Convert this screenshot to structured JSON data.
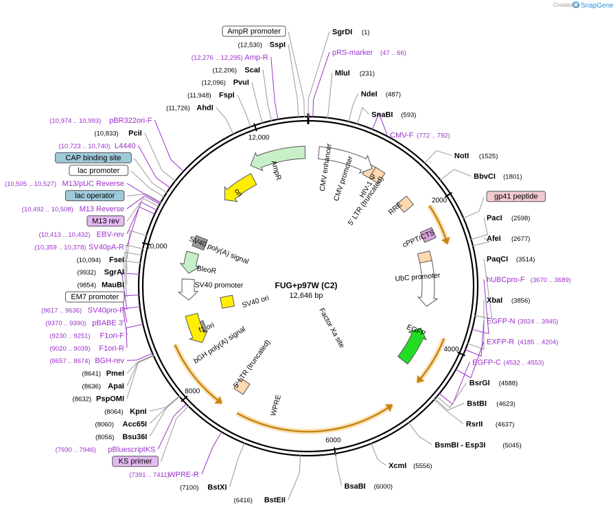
{
  "credit": {
    "prefix": "Created by",
    "brand": "SnapGene"
  },
  "plasmid": {
    "name": "FUG+p97W (C2)",
    "length_label": "12,646 bp",
    "length_bp": 12646
  },
  "colors": {
    "enzyme": "#000000",
    "primer": "#9a2fc9",
    "feature_outline": "#555555",
    "leader": "#999999"
  },
  "ticks": [
    {
      "label": "2000",
      "bp": 2000
    },
    {
      "label": "4000",
      "bp": 4000
    },
    {
      "label": "6000",
      "bp": 6000
    },
    {
      "label": "8000",
      "bp": 8000
    },
    {
      "label": "10,000",
      "bp": 10000
    },
    {
      "label": "12,000",
      "bp": 12000
    }
  ],
  "site_labels": [
    {
      "name": "SgrDI",
      "pos": "(1)",
      "kind": "enzyme",
      "side": "right",
      "bp": 1
    },
    {
      "name": "pRS-marker",
      "pos": "(47 .. 66)",
      "kind": "primer",
      "side": "right",
      "bp": 56
    },
    {
      "name": "MluI",
      "pos": "(231)",
      "kind": "enzyme",
      "side": "right",
      "bp": 231
    },
    {
      "name": "NdeI",
      "pos": "(487)",
      "kind": "enzyme",
      "side": "right",
      "bp": 487
    },
    {
      "name": "SnaBI",
      "pos": "(593)",
      "kind": "enzyme",
      "side": "right",
      "bp": 593
    },
    {
      "name": "CMV-F",
      "pos": "(772 .. 792)",
      "kind": "primer",
      "side": "right",
      "bp": 782
    },
    {
      "name": "NotI",
      "pos": "(1525)",
      "kind": "enzyme",
      "side": "right",
      "bp": 1525
    },
    {
      "name": "BbvCI",
      "pos": "(1801)",
      "kind": "enzyme",
      "side": "right",
      "bp": 1801
    },
    {
      "name": "gp41 peptide",
      "pos": "",
      "kind": "boxed",
      "side": "right",
      "bp": 2330,
      "fill": "#f2c9d0"
    },
    {
      "name": "PacI",
      "pos": "(2598)",
      "kind": "enzyme",
      "side": "right",
      "bp": 2598
    },
    {
      "name": "AfeI",
      "pos": "(2677)",
      "kind": "enzyme",
      "side": "right",
      "bp": 2677
    },
    {
      "name": "PaqCI",
      "pos": "(3514)",
      "kind": "enzyme",
      "side": "right",
      "bp": 3514
    },
    {
      "name": "hUBCpro-F",
      "pos": "(3670 .. 3689)",
      "kind": "primer",
      "side": "right",
      "bp": 3680
    },
    {
      "name": "XbaI",
      "pos": "(3856)",
      "kind": "enzyme",
      "side": "right",
      "bp": 3856
    },
    {
      "name": "EGFP-N",
      "pos": "(3924 .. 3945)",
      "kind": "primer",
      "side": "right",
      "bp": 3935
    },
    {
      "name": "EXFP-R",
      "pos": "(4185 .. 4204)",
      "kind": "primer",
      "side": "right",
      "bp": 4195
    },
    {
      "name": "EGFP-C",
      "pos": "(4532 .. 4553)",
      "kind": "primer",
      "side": "right",
      "bp": 4542
    },
    {
      "name": "BsrGI",
      "pos": "(4588)",
      "kind": "enzyme",
      "side": "right",
      "bp": 4588
    },
    {
      "name": "BstBI",
      "pos": "(4623)",
      "kind": "enzyme",
      "side": "right",
      "bp": 4623
    },
    {
      "name": "RsrII",
      "pos": "(4637)",
      "kind": "enzyme",
      "side": "right",
      "bp": 4637
    },
    {
      "name": "BsmBI - Esp3I",
      "pos": "(5045)",
      "kind": "enzyme",
      "side": "right",
      "bp": 5045
    },
    {
      "name": "XcmI",
      "pos": "(5556)",
      "kind": "enzyme",
      "side": "right",
      "bp": 5556
    },
    {
      "name": "BsaBI",
      "pos": "(6000)",
      "kind": "enzyme",
      "side": "right",
      "bp": 6000
    },
    {
      "name": "BstEII",
      "pos": "(6416)",
      "kind": "enzyme",
      "side": "left",
      "bp": 6416
    },
    {
      "name": "BstXI",
      "pos": "(7100)",
      "kind": "enzyme",
      "side": "left",
      "bp": 7100
    },
    {
      "name": "WPRE-R",
      "pos": "(7391 .. 7411)",
      "kind": "primer",
      "side": "left",
      "bp": 7401
    },
    {
      "name": "KS primer",
      "pos": "",
      "kind": "boxed",
      "side": "left",
      "bp": 7900,
      "fill": "#e4b8f0"
    },
    {
      "name": "pBluescriptKS",
      "pos": "(7930 .. 7946)",
      "kind": "primer",
      "side": "left",
      "bp": 7938
    },
    {
      "name": "Bsu36I",
      "pos": "(8056)",
      "kind": "enzyme",
      "side": "left",
      "bp": 8056
    },
    {
      "name": "Acc65I",
      "pos": "(8060)",
      "kind": "enzyme",
      "side": "left",
      "bp": 8060
    },
    {
      "name": "KpnI",
      "pos": "(8064)",
      "kind": "enzyme",
      "side": "left",
      "bp": 8064
    },
    {
      "name": "PspOMI",
      "pos": "(8632)",
      "kind": "enzyme",
      "side": "left",
      "bp": 8632
    },
    {
      "name": "ApaI",
      "pos": "(8636)",
      "kind": "enzyme",
      "side": "left",
      "bp": 8636
    },
    {
      "name": "PmeI",
      "pos": "(8641)",
      "kind": "enzyme",
      "side": "left",
      "bp": 8641
    },
    {
      "name": "BGH-rev",
      "pos": "(8657 .. 8674)",
      "kind": "primer",
      "side": "left",
      "bp": 8665
    },
    {
      "name": "F1ori-R",
      "pos": "(9020 .. 9039)",
      "kind": "primer",
      "side": "left",
      "bp": 9030
    },
    {
      "name": "F1ori-F",
      "pos": "(9230 .. 9251)",
      "kind": "primer",
      "side": "left",
      "bp": 9240
    },
    {
      "name": "pBABE 3'",
      "pos": "(9370 .. 9390)",
      "kind": "primer",
      "side": "left",
      "bp": 9380
    },
    {
      "name": "SV40pro-F",
      "pos": "(9617 .. 9636)",
      "kind": "primer",
      "side": "left",
      "bp": 9626
    },
    {
      "name": "EM7 promoter",
      "pos": "",
      "kind": "boxed",
      "side": "left",
      "bp": 9760,
      "fill": "#ffffff"
    },
    {
      "name": "MauBI",
      "pos": "(9854)",
      "kind": "enzyme",
      "side": "left",
      "bp": 9854
    },
    {
      "name": "SgrAI",
      "pos": "(9932)",
      "kind": "enzyme",
      "side": "left",
      "bp": 9932
    },
    {
      "name": "FseI",
      "pos": "(10,094)",
      "kind": "enzyme",
      "side": "left",
      "bp": 10094
    },
    {
      "name": "SV40pA-R",
      "pos": "(10,359 .. 10,378)",
      "kind": "primer",
      "side": "left",
      "bp": 10368
    },
    {
      "name": "EBV-rev",
      "pos": "(10,413 .. 10,432)",
      "kind": "primer",
      "side": "left",
      "bp": 10422
    },
    {
      "name": "M13 rev",
      "pos": "",
      "kind": "boxed",
      "side": "left",
      "bp": 10470,
      "fill": "#e4b8f0"
    },
    {
      "name": "M13 Reverse",
      "pos": "(10,492 .. 10,508)",
      "kind": "primer",
      "side": "left",
      "bp": 10500
    },
    {
      "name": "lac operator",
      "pos": "",
      "kind": "boxed",
      "side": "left",
      "bp": 10525,
      "fill": "#9ec9d9"
    },
    {
      "name": "M13/pUC Reverse",
      "pos": "(10,505 .. 10,527)",
      "kind": "primer",
      "side": "left",
      "bp": 10516
    },
    {
      "name": "lac promoter",
      "pos": "",
      "kind": "boxed",
      "side": "left",
      "bp": 10600,
      "fill": "#ffffff"
    },
    {
      "name": "CAP binding site",
      "pos": "",
      "kind": "boxed",
      "side": "left",
      "bp": 10660,
      "fill": "#9ec9d9"
    },
    {
      "name": "L4440",
      "pos": "(10,723 .. 10,740)",
      "kind": "primer",
      "side": "left",
      "bp": 10731
    },
    {
      "name": "PciI",
      "pos": "(10,833)",
      "kind": "enzyme",
      "side": "left",
      "bp": 10833
    },
    {
      "name": "pBR322ori-F",
      "pos": "(10,974 .. 10,993)",
      "kind": "primer",
      "side": "left",
      "bp": 10983
    },
    {
      "name": "AhdI",
      "pos": "(11,726)",
      "kind": "enzyme",
      "side": "left",
      "bp": 11726
    },
    {
      "name": "FspI",
      "pos": "(11,948)",
      "kind": "enzyme",
      "side": "left",
      "bp": 11948
    },
    {
      "name": "PvuI",
      "pos": "(12,096)",
      "kind": "enzyme",
      "side": "left",
      "bp": 12096
    },
    {
      "name": "ScaI",
      "pos": "(12,206)",
      "kind": "enzyme",
      "side": "left",
      "bp": 12206
    },
    {
      "name": "Amp-R",
      "pos": "(12,276 .. 12,295)",
      "kind": "primer",
      "side": "left",
      "bp": 12285
    },
    {
      "name": "SspI",
      "pos": "(12,530)",
      "kind": "enzyme",
      "side": "left",
      "bp": 12530
    },
    {
      "name": "AmpR promoter",
      "pos": "",
      "kind": "boxed",
      "side": "left",
      "bp": 12600,
      "fill": "#ffffff"
    }
  ],
  "features": [
    {
      "name": "gp41 peptide",
      "start": 1980,
      "end": 2570,
      "dir": 1,
      "fill": "#f5a623",
      "kind": "arc"
    },
    {
      "name": "EGFP",
      "start": 3900,
      "end": 4620,
      "dir": 1,
      "fill": "#f5a623",
      "kind": "arc"
    },
    {
      "name": "WPRE",
      "start": 5080,
      "end": 7350,
      "dir": -1,
      "fill": "#f5a623",
      "kind": "arc"
    },
    {
      "name": "KS primer",
      "start": 7600,
      "end": 8650,
      "dir": -1,
      "fill": "#f5a623",
      "kind": "arc"
    }
  ],
  "feature_labels": [
    {
      "name": "CMV enhancer",
      "bp": 300,
      "r": 175
    },
    {
      "name": "CMV promoter",
      "bp": 640,
      "r": 165
    },
    {
      "name": "HIV-1 Ψ",
      "bp": 1090,
      "r": 170
    },
    {
      "name": "RRE",
      "bp": 1700,
      "r": 170
    },
    {
      "name": "5' LTR (truncated)",
      "bp": 1200,
      "r": 150
    },
    {
      "name": "cPPT/CTS",
      "bp": 2350,
      "r": 175
    },
    {
      "name": "UbC promoter",
      "bp": 3000,
      "r": 160
    },
    {
      "name": "EGFP",
      "bp": 3950,
      "r": 170
    },
    {
      "name": "Factor Xa site",
      "bp": 5300,
      "r": 70
    },
    {
      "name": "WPRE",
      "bp": 6850,
      "r": 180
    },
    {
      "name": "5' LTR (truncated)",
      "bp": 7580,
      "r": 140
    },
    {
      "name": "bGH poly(A) signal",
      "bp": 8300,
      "r": 155
    },
    {
      "name": "f1 ori",
      "bp": 8700,
      "r": 160
    },
    {
      "name": "SV40 ori",
      "bp": 8900,
      "r": 80
    },
    {
      "name": "SV40 promoter",
      "bp": 9500,
      "r": 130
    },
    {
      "name": "BleoR",
      "bp": 9800,
      "r": 150
    },
    {
      "name": "SV40 poly(A) signal",
      "bp": 10250,
      "r": 140
    },
    {
      "name": "ori",
      "bp": 11350,
      "r": 170
    },
    {
      "name": "AmpR",
      "bp": 12100,
      "r": 175
    }
  ]
}
